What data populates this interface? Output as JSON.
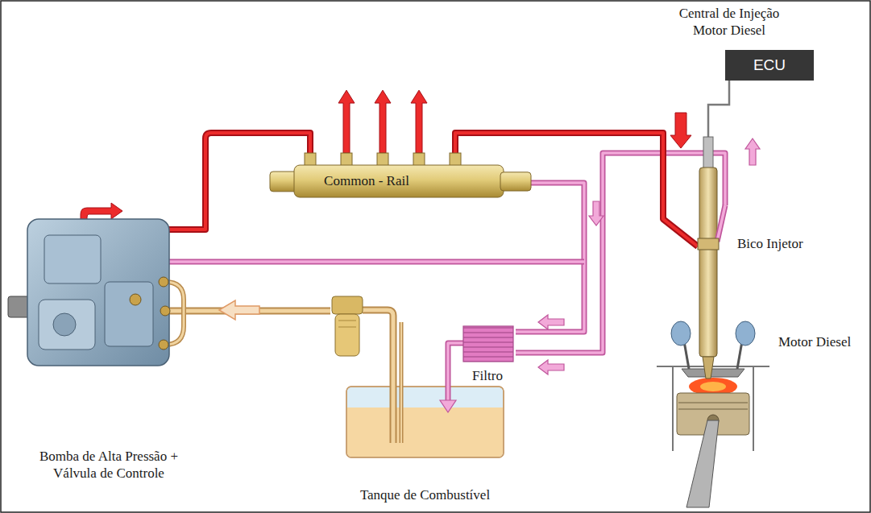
{
  "diagram": {
    "nodes": [
      {
        "text": [
          "Common - Rail"
        ]
      },
      {
        "text": [
          "ECU"
        ]
      }
    ],
    "labels": [
      "Central de Injeção Motor Diesel",
      "Bico Injetor",
      "Motor Diesel",
      "Filtro",
      "Bomba de Alta Pressão + Válvula de Controle",
      "Tanque de Combustível"
    ]
  }
}
